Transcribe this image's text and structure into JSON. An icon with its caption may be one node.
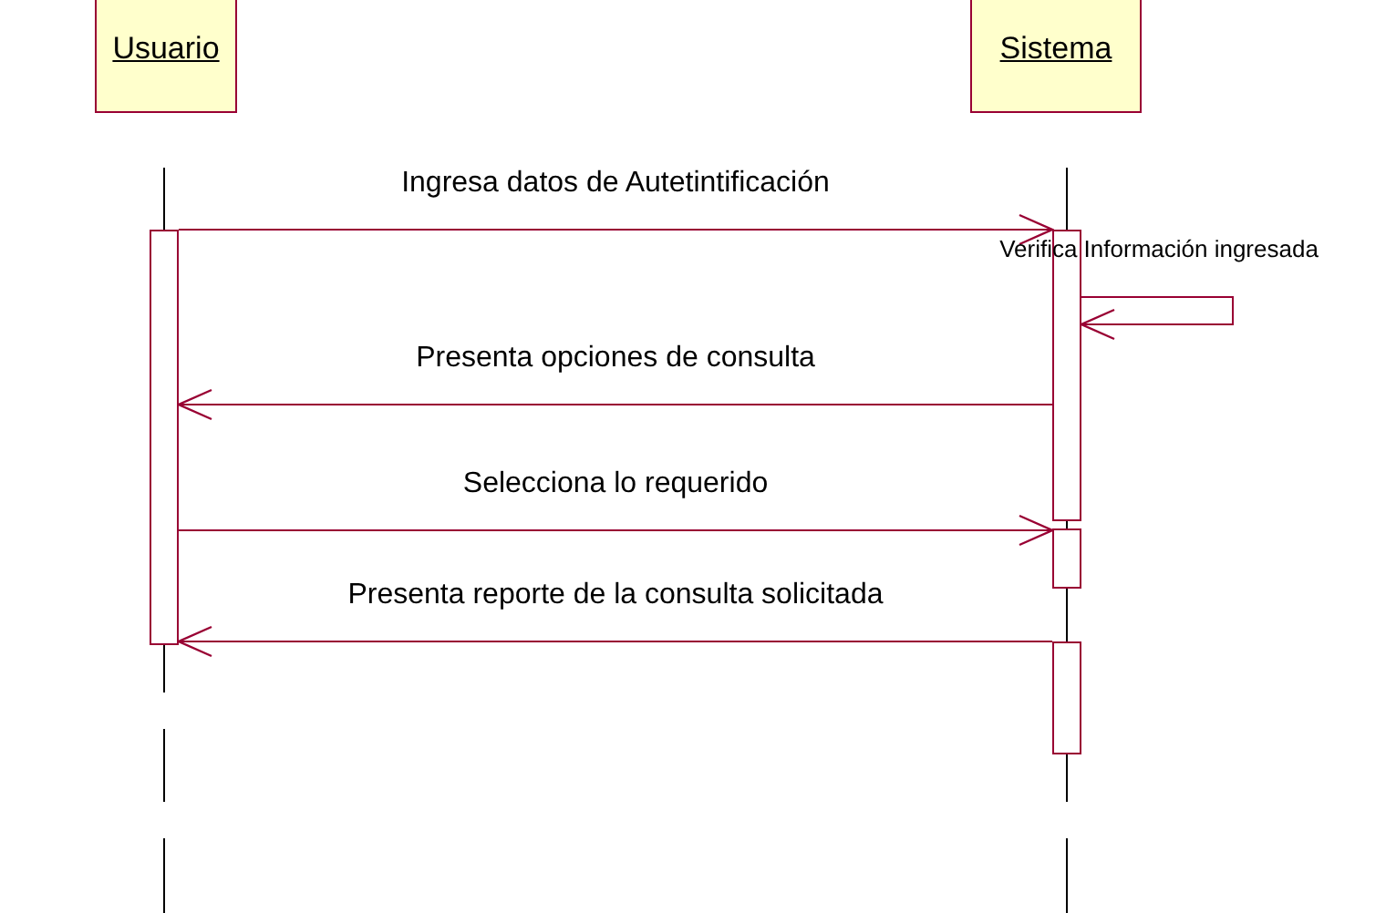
{
  "diagram": {
    "nodes": [
      {
        "text": [
          "Usuario"
        ]
      },
      {
        "text": [
          "Sistema"
        ]
      },
      {
        "text": [],
        "shape": "bar"
      },
      {
        "text": [],
        "shape": "bar"
      },
      {
        "text": [],
        "shape": "bar"
      },
      {
        "text": [],
        "shape": "bar"
      }
    ],
    "edges": [
      {
        "from": 2,
        "to": 3,
        "arrow": "to",
        "label": "Ingresa datos de Autetintificación"
      },
      {
        "from": 3,
        "to": 3,
        "arrow": "to",
        "label": "Verifica Información ingresada"
      },
      {
        "from": 3,
        "to": 2,
        "arrow": "to",
        "label": "Presenta opciones de consulta"
      },
      {
        "from": 2,
        "to": 4,
        "arrow": "to",
        "label": "Selecciona lo requerido"
      },
      {
        "from": 5,
        "to": 2,
        "arrow": "to",
        "label": "Presenta reporte de la consulta solicitada"
      }
    ]
  }
}
